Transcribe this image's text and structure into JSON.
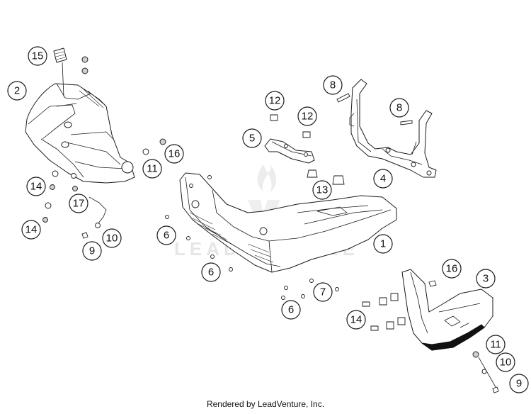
{
  "watermark": {
    "text": "LEADVENTURE"
  },
  "callouts": {
    "c15": "15",
    "c2": "2",
    "c16a": "16",
    "c11a": "11",
    "c14a": "14",
    "c17": "17",
    "c14b": "14",
    "c10a": "10",
    "c9a": "9",
    "c12a": "12",
    "c12b": "12",
    "c5": "5",
    "c13": "13",
    "c8a": "8",
    "c8b": "8",
    "c4": "4",
    "c6a": "6",
    "c6b": "6",
    "c6c": "6",
    "c7": "7",
    "c1": "1",
    "c14c": "14",
    "c16b": "16",
    "c3": "3",
    "c11b": "11",
    "c10b": "10",
    "c9b": "9"
  },
  "footer": {
    "text": "Rendered by LeadVenture, Inc."
  }
}
